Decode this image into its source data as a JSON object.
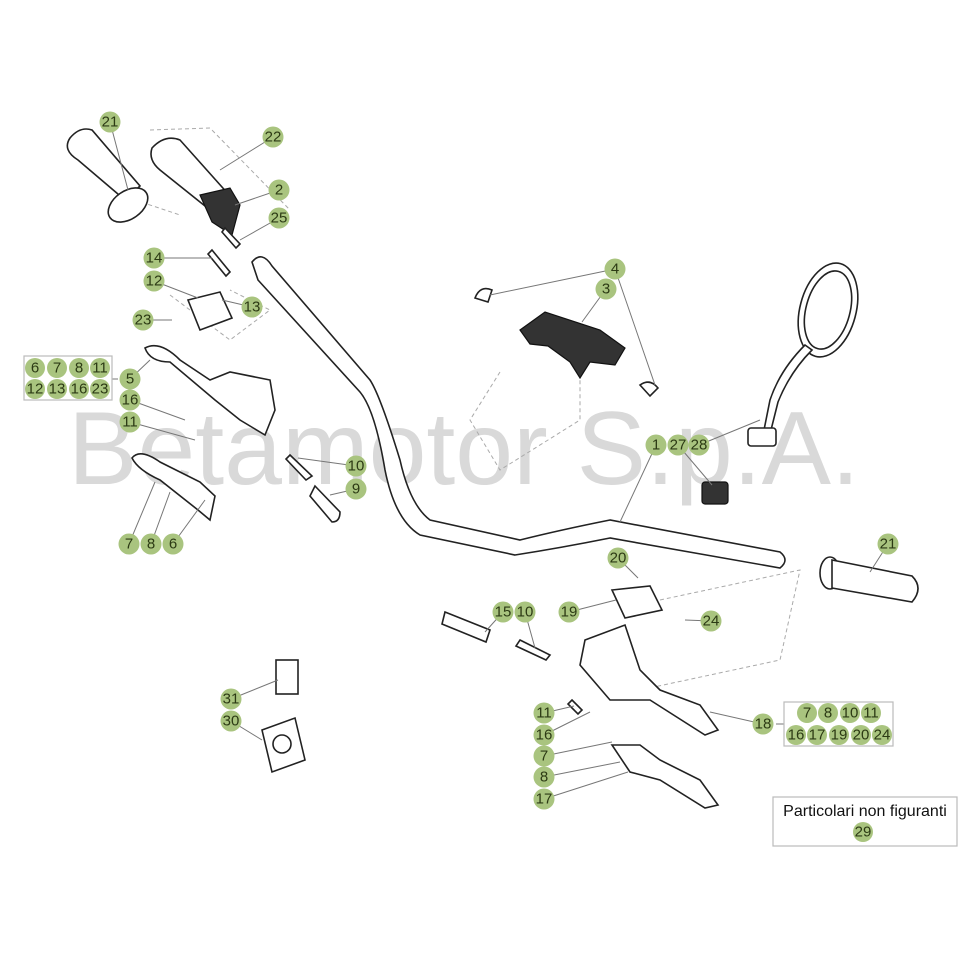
{
  "watermark": "Betamotor S.p.A.",
  "note": {
    "title": "Particolari non figuranti",
    "ref": "29"
  },
  "callouts": [
    "21",
    "22",
    "2",
    "25",
    "14",
    "12",
    "13",
    "23",
    "5",
    "16",
    "11",
    "10",
    "9",
    "7",
    "8",
    "6",
    "4",
    "3",
    "1",
    "27",
    "28",
    "21",
    "20",
    "19",
    "24",
    "15",
    "10",
    "31",
    "30",
    "11",
    "16",
    "7",
    "8",
    "17",
    "18"
  ],
  "group_left": [
    "6",
    "7",
    "8",
    "11",
    "12",
    "13",
    "16",
    "23"
  ],
  "group_right": [
    "7",
    "8",
    "10",
    "11",
    "16",
    "17",
    "19",
    "20",
    "24"
  ],
  "colors": {
    "callout_fill": "#a9c47f",
    "callout_text": "#2c3a14",
    "watermark": "#d9d9d9"
  }
}
